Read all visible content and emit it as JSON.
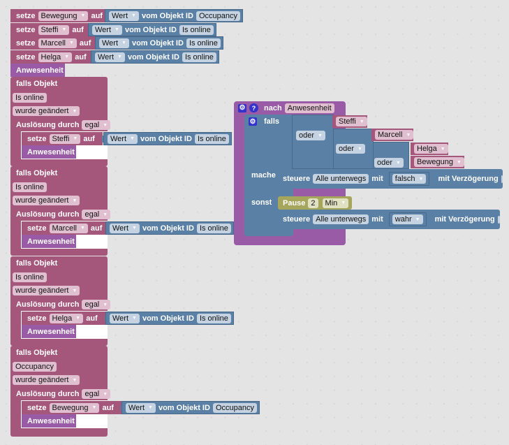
{
  "top_setters": [
    {
      "verb": "setze",
      "var": "Bewegung",
      "auf": "auf",
      "prop": "Wert",
      "mid": "vom Objekt ID",
      "obj": "Occupancy"
    },
    {
      "verb": "setze",
      "var": "Steffi",
      "auf": "auf",
      "prop": "Wert",
      "mid": "vom Objekt ID",
      "obj": "Is online"
    },
    {
      "verb": "setze",
      "var": "Marcell",
      "auf": "auf",
      "prop": "Wert",
      "mid": "vom Objekt ID",
      "obj": "Is online"
    },
    {
      "verb": "setze",
      "var": "Helga",
      "auf": "auf",
      "prop": "Wert",
      "mid": "vom Objekt ID",
      "obj": "Is online"
    }
  ],
  "top_call": "Anwesenheit",
  "triggers": [
    {
      "header": "falls Objekt",
      "object": "Is online",
      "event": "wurde geändert",
      "cause_label": "Auslösung durch",
      "cause": "egal",
      "set": {
        "verb": "setze",
        "var": "Steffi",
        "auf": "auf",
        "prop": "Wert",
        "mid": "vom Objekt ID",
        "obj": "Is online"
      },
      "call": "Anwesenheit"
    },
    {
      "header": "falls Objekt",
      "object": "Is online",
      "event": "wurde geändert",
      "cause_label": "Auslösung durch",
      "cause": "egal",
      "set": {
        "verb": "setze",
        "var": "Marcell",
        "auf": "auf",
        "prop": "Wert",
        "mid": "vom Objekt ID",
        "obj": "Is online"
      },
      "call": "Anwesenheit"
    },
    {
      "header": "falls Objekt",
      "object": "Is online",
      "event": "wurde geändert",
      "cause_label": "Auslösung durch",
      "cause": "egal",
      "set": {
        "verb": "setze",
        "var": "Helga",
        "auf": "auf",
        "prop": "Wert",
        "mid": "vom Objekt ID",
        "obj": "Is online"
      },
      "call": "Anwesenheit"
    },
    {
      "header": "falls Objekt",
      "object": "Occupancy",
      "event": "wurde geändert",
      "cause_label": "Auslösung durch",
      "cause": "egal",
      "set": {
        "verb": "setze",
        "var": "Bewegung",
        "auf": "auf",
        "prop": "Wert",
        "mid": "vom Objekt ID",
        "obj": "Occupancy"
      },
      "call": "Anwesenheit"
    }
  ],
  "function": {
    "label": "nach",
    "name": "Anwesenheit",
    "if_label": "falls",
    "or_label": "oder",
    "conditions": [
      "Steffi",
      "Marcell",
      "Helga",
      "Bewegung"
    ],
    "do_label": "mache",
    "else_label": "sonst",
    "do_action": {
      "verb": "steuere",
      "target": "Alle unterwegs",
      "with": "mit",
      "value": "falsch",
      "delay": "mit Verzögerung",
      "delay_checked": false
    },
    "pause": {
      "label": "Pause",
      "value": "2",
      "unit": "Min"
    },
    "else_action": {
      "verb": "steuere",
      "target": "Alle unterwegs",
      "with": "mit",
      "value": "wahr",
      "delay": "mit Verzögerung",
      "delay_checked": false
    }
  },
  "colors": {
    "variable": "#a5577b",
    "procedure": "#995ba5",
    "object": "#5b80a5",
    "timeout": "#a5a55b"
  }
}
